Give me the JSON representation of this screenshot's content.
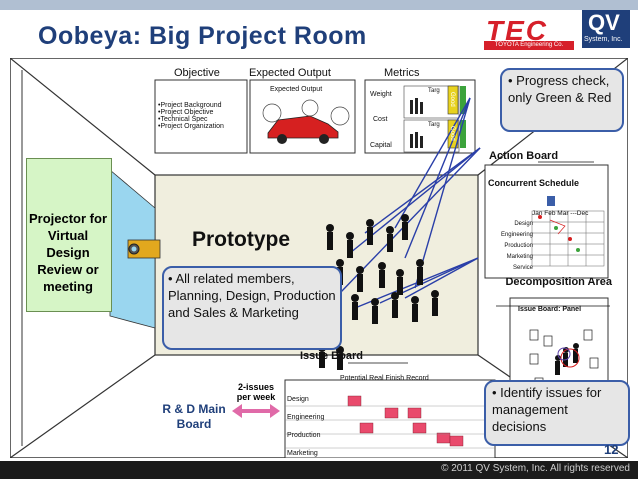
{
  "title": "Oobeya: Big Project Room",
  "logos": {
    "tec_text": "TEC",
    "tec_sub": "TOYOTA Engineering Co.",
    "qv_text": "QV",
    "qv_sub": "System, Inc."
  },
  "footer": "© 2011 QV System, Inc. All rights reserved",
  "page_number": "12",
  "top_wall": {
    "objective_label": "Objective",
    "objective_items": [
      "•Project Background",
      "•Project Objective",
      "•Technical Spec",
      "•Project Organization"
    ],
    "expected_output_label": "Expected Output",
    "expected_output_inner": "Expected Output",
    "metrics_label": "Metrics",
    "metrics_items": [
      "Weight",
      "Cost",
      "Capital"
    ],
    "metrics_target": "Targ",
    "metrics_status": "Good"
  },
  "callout_progress": "• Progress check, only Green & Red",
  "action_board": {
    "label": "Action Board",
    "concurrent_label": "Concurrent Schedule",
    "months": "Jan  Feb  Mar ---Dec",
    "rows": [
      "Design",
      "Engineering",
      "Production",
      "Marketing",
      "Service"
    ]
  },
  "decomposition": {
    "label": "Decomposition Area",
    "panel_label": "Issue Board: Panel"
  },
  "projector": "Projector for Virtual Design Review or meeting",
  "prototype": "Prototype",
  "callout_members": "• All related members, Planning, Design, Production and Sales & Marketing",
  "issue_board": {
    "label": "Issue Board",
    "columns": "Potential Real   Finish Record",
    "rows": [
      "Design",
      "Engineering",
      "Production",
      "Marketing"
    ],
    "frequency": "2-issues per week"
  },
  "rd_board": "R & D Main Board",
  "callout_issues": "• Identify issues for management decisions"
}
